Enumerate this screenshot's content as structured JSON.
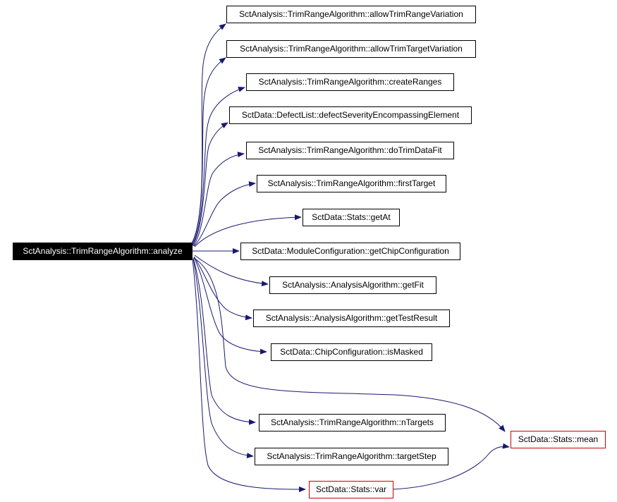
{
  "diagram": {
    "root": {
      "label": "SctAnalysis::TrimRangeAlgorithm::analyze"
    },
    "callees": [
      {
        "id": "allowTrimRangeVariation",
        "label": "SctAnalysis::TrimRangeAlgorithm::allowTrimRangeVariation"
      },
      {
        "id": "allowTrimTargetVariation",
        "label": "SctAnalysis::TrimRangeAlgorithm::allowTrimTargetVariation"
      },
      {
        "id": "createRanges",
        "label": "SctAnalysis::TrimRangeAlgorithm::createRanges"
      },
      {
        "id": "defectSeverity",
        "label": "SctData::DefectList::defectSeverityEncompassingElement"
      },
      {
        "id": "doTrimDataFit",
        "label": "SctAnalysis::TrimRangeAlgorithm::doTrimDataFit"
      },
      {
        "id": "firstTarget",
        "label": "SctAnalysis::TrimRangeAlgorithm::firstTarget"
      },
      {
        "id": "getAt",
        "label": "SctData::Stats::getAt"
      },
      {
        "id": "getChipConfiguration",
        "label": "SctData::ModuleConfiguration::getChipConfiguration"
      },
      {
        "id": "getFit",
        "label": "SctAnalysis::AnalysisAlgorithm::getFit"
      },
      {
        "id": "getTestResult",
        "label": "SctAnalysis::AnalysisAlgorithm::getTestResult"
      },
      {
        "id": "isMasked",
        "label": "SctData::ChipConfiguration::isMasked"
      },
      {
        "id": "nTargets",
        "label": "SctAnalysis::TrimRangeAlgorithm::nTargets"
      },
      {
        "id": "targetStep",
        "label": "SctAnalysis::TrimRangeAlgorithm::targetStep"
      },
      {
        "id": "var",
        "label": "SctData::Stats::var"
      },
      {
        "id": "mean",
        "label": "SctData::Stats::mean"
      }
    ],
    "colors": {
      "root_fill": "#000000",
      "root_text": "#ffffff",
      "node_border": "#000000",
      "highlight_border": "#cc0000",
      "edge": "#191970"
    }
  }
}
